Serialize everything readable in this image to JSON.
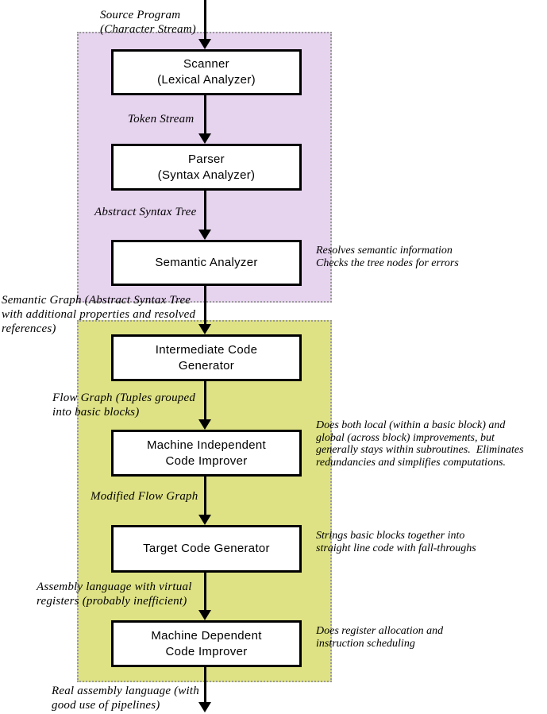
{
  "colors": {
    "front_end_region_fill": "#e6d3ee",
    "back_end_region_fill": "#dee284",
    "region_border": "#9a9a9a",
    "node_fill": "#ffffff",
    "node_border": "#000000",
    "arrow": "#000000"
  },
  "nodes": [
    {
      "id": "scanner",
      "label": "Scanner\n(Lexical Analyzer)"
    },
    {
      "id": "parser",
      "label": "Parser\n(Syntax Analyzer)"
    },
    {
      "id": "semantic-analyzer",
      "label": "Semantic Analyzer"
    },
    {
      "id": "intermediate-code-generator",
      "label": "Intermediate Code\nGenerator"
    },
    {
      "id": "machine-independent-code-improver",
      "label": "Machine Independent\nCode Improver"
    },
    {
      "id": "target-code-generator",
      "label": "Target Code Generator"
    },
    {
      "id": "machine-dependent-code-improver",
      "label": "Machine Dependent\nCode Improver"
    }
  ],
  "edge_labels": [
    {
      "id": "source-program",
      "text": "Source Program\n(Character Stream)"
    },
    {
      "id": "token-stream",
      "text": "Token Stream"
    },
    {
      "id": "abstract-syntax-tree",
      "text": "Abstract Syntax Tree"
    },
    {
      "id": "semantic-graph",
      "text": "Semantic Graph (Abstract Syntax Tree\nwith additional properties and resolved\nreferences)"
    },
    {
      "id": "flow-graph",
      "text": "Flow Graph (Tuples grouped\ninto basic blocks)"
    },
    {
      "id": "modified-flow-graph",
      "text": "Modified Flow Graph"
    },
    {
      "id": "assembly-virtual-registers",
      "text": "Assembly language with virtual\nregisters (probably inefficient)"
    },
    {
      "id": "real-assembly",
      "text": "Real assembly language (with\ngood use of pipelines)"
    }
  ],
  "annotations": [
    {
      "id": "semantic-analyzer-note",
      "text": "Resolves semantic information\nChecks the tree nodes for errors"
    },
    {
      "id": "machine-independent-note",
      "text": "Does both local (within a basic block) and\nglobal (across block) improvements, but\ngenerally stays within subroutines.  Eliminates\nredundancies and simplifies computations."
    },
    {
      "id": "target-code-note",
      "text": "Strings basic blocks together into\nstraight line code with fall-throughs"
    },
    {
      "id": "machine-dependent-note",
      "text": "Does register allocation and\ninstruction scheduling"
    }
  ]
}
